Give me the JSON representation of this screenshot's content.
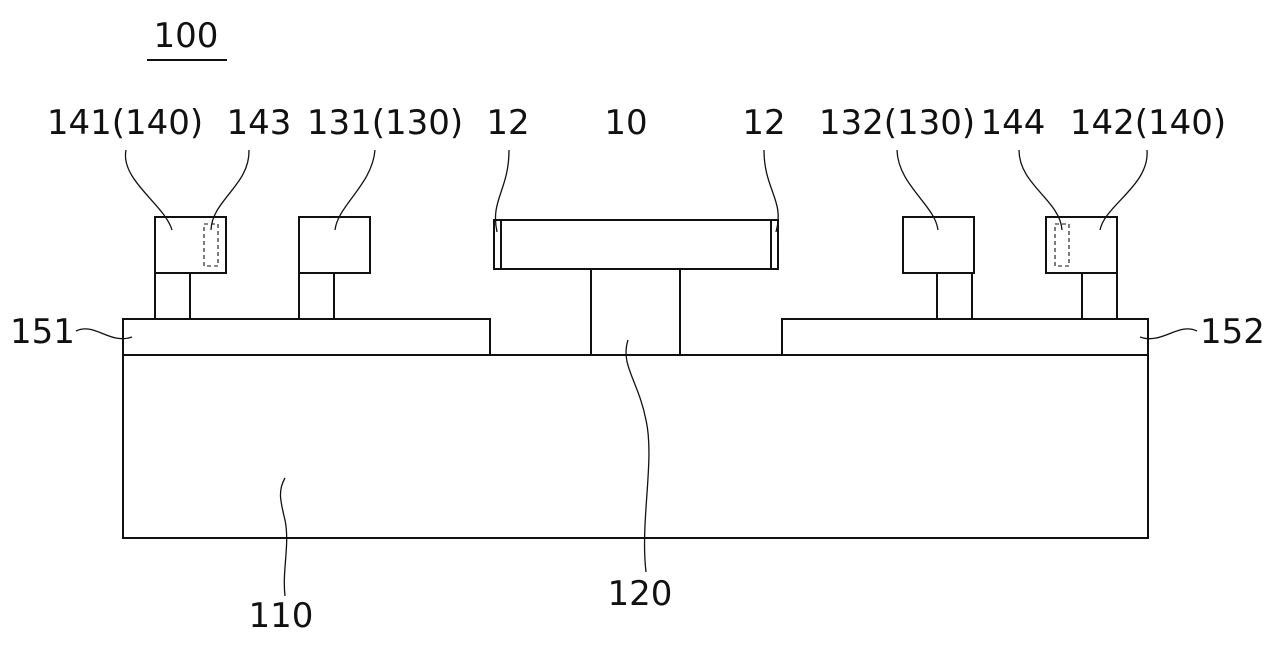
{
  "figure_number": "100",
  "labels": {
    "l141": "141(140)",
    "l143": "143",
    "l131": "131(130)",
    "l12_left": "12",
    "l10": "10",
    "l12_right": "12",
    "l132": "132(130)",
    "l144": "144",
    "l142": "142(140)",
    "l151": "151",
    "l152": "152",
    "l110": "110",
    "l120": "120"
  }
}
